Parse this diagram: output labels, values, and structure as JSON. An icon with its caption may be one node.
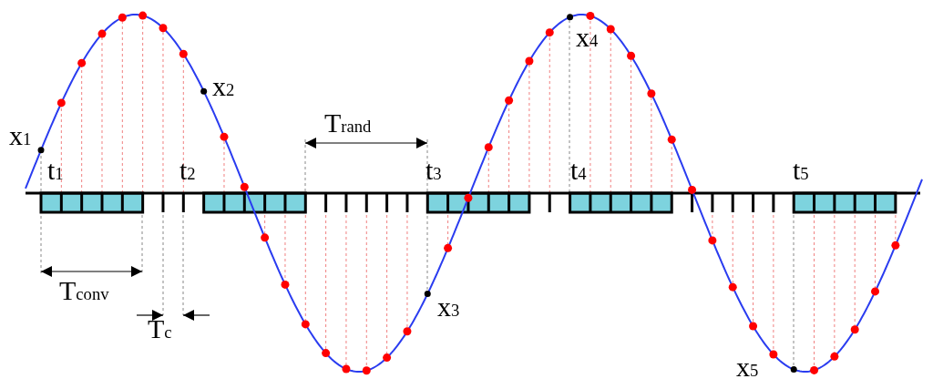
{
  "diagram": {
    "labels": [
      "x$_{4}$",
      "x$_{2}$",
      "T$_{rand}$",
      "x$_{1}$",
      "t$_{1}$",
      "t$_{2}$",
      "t$_{3}$",
      "t$_{4}$",
      "t$_{5}$",
      "T$_{conv}$",
      "x$_{3}$",
      "T$_{c}$",
      "x$_{5}$"
    ]
  }
}
